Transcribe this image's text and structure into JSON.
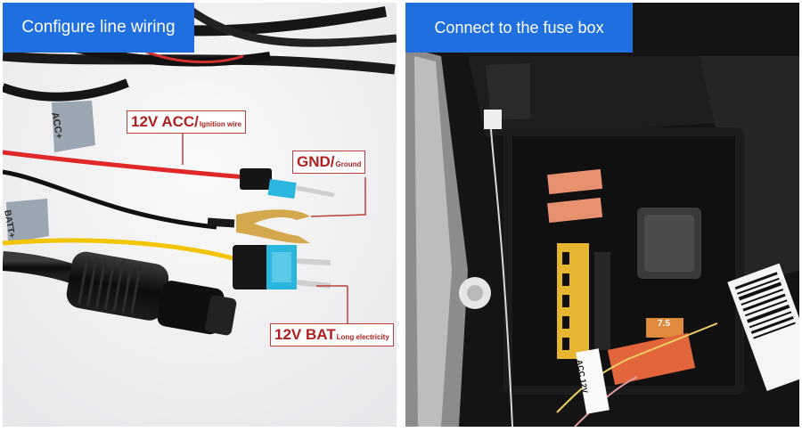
{
  "left_panel": {
    "title": "Configure line wiring",
    "callouts": {
      "acc": {
        "main": "12V ACC/",
        "sub": "Ignition wire"
      },
      "gnd": {
        "main": "GND/",
        "sub": "Ground"
      },
      "bat": {
        "main": "12V BAT",
        "sub": "Long electricity"
      }
    },
    "wire_tags": {
      "acc": "ACC+",
      "bat": "BATT+"
    }
  },
  "right_panel": {
    "title": "Connect to the fuse box",
    "labels": {
      "fuse_rating": "7.5",
      "acc_tag": "ACC 12V"
    }
  },
  "colors": {
    "header_blue": "#1f6fe0",
    "callout_border": "#b9413a",
    "callout_text": "#b12020",
    "red_wire": "#e02828",
    "yellow_wire": "#f2c400",
    "black_wire": "#111111",
    "fuse_blue": "#2bb6e0"
  }
}
